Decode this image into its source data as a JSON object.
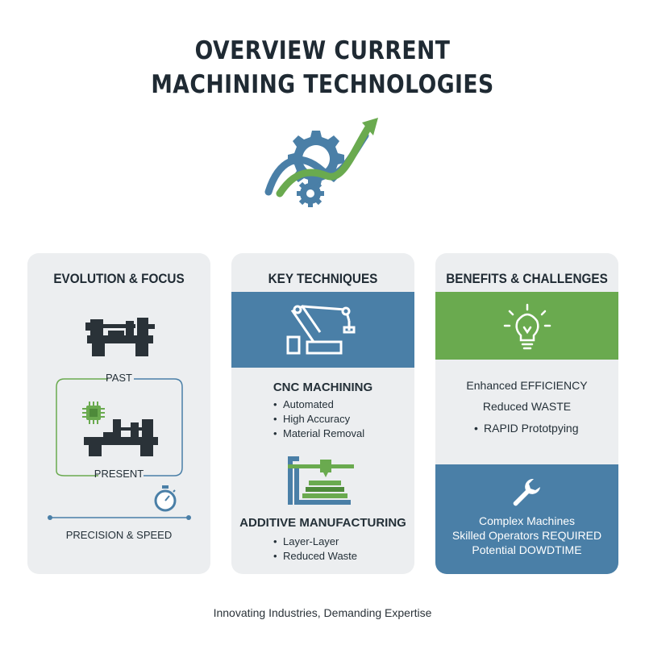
{
  "header": {
    "title_line1": "OVERVIEW  CURRENT",
    "title_line2": "MACHINING TECHNOLOGIES"
  },
  "logo": {
    "icon": "gear-growth-arrow-icon",
    "colors": {
      "blue": "#4a7fa7",
      "green": "#6aaa4f"
    }
  },
  "colors": {
    "card_bg": "#eceef0",
    "blue_band": "#4a7fa7",
    "green_band": "#6aaa4f",
    "text": "#1f2a33"
  },
  "evolution": {
    "heading": "EVOLUTION & FOCUS",
    "past_label": "PAST",
    "present_label": "PRESENT",
    "precision_label": "PRECISION & SPEED",
    "icons": [
      "lathe-icon",
      "chip-icon",
      "cnc-lathe-icon",
      "stopwatch-icon"
    ]
  },
  "techniques": {
    "heading": "KEY TECHNIQUES",
    "cnc": {
      "title": "CNC MACHINING",
      "items": [
        "Automated",
        "High Accuracy",
        "Material Removal"
      ]
    },
    "additive": {
      "title": "ADDITIVE MANUFACTURING",
      "items": [
        "Layer-Layer",
        "Reduced Waste"
      ]
    },
    "icons": [
      "robot-arm-icon",
      "3d-printer-icon"
    ]
  },
  "benefits": {
    "heading": "BENEFITS & CHALLENGES",
    "benefit_lines": [
      "Enhanced EFFICIENCY",
      "Reduced WASTE"
    ],
    "benefit_bullet": "RAPID Prototpying",
    "challenge_lines": [
      "Complex Machines",
      "Skilled Operators REQUIRED",
      "Potential DOWDTIME"
    ],
    "icons": [
      "lightbulb-icon",
      "wrench-icon"
    ]
  },
  "footer": {
    "tagline": "Innovating Industries, Demanding Expertise"
  }
}
